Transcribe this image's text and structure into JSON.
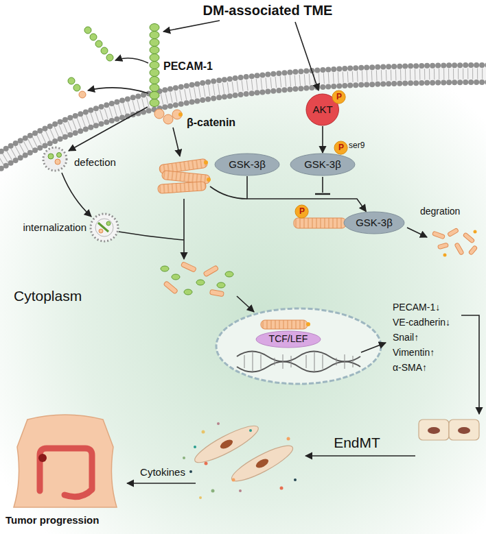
{
  "diagram": {
    "title": "DM-associated TME",
    "nodes": [
      {
        "text": [
          "AKT"
        ]
      },
      {
        "text": [
          "P"
        ]
      },
      {
        "text": [
          "GSK-3β"
        ]
      },
      {
        "text": [
          "GSK-3β"
        ]
      },
      {
        "text": [
          "P"
        ]
      },
      {
        "text": [
          "GSK-3β"
        ]
      },
      {
        "text": [
          "P"
        ]
      },
      {
        "text": [
          "TCF/LEF"
        ]
      }
    ],
    "edges": [
      {
        "from": 0,
        "to": 3,
        "arrow": "to"
      },
      {
        "from": 2,
        "to": 5,
        "arrow": "to"
      }
    ],
    "labels": [
      "PECAM-1",
      "β-catenin",
      "defection",
      "internalization",
      "ser9",
      "degration",
      "Cytoplasm",
      "PECAM-1↓",
      "VE-cadherin↓",
      "Snail↑",
      "Vimentin↑",
      "α-SMA↑",
      "EndMT",
      "Cytokines",
      "Tumor progression"
    ]
  }
}
